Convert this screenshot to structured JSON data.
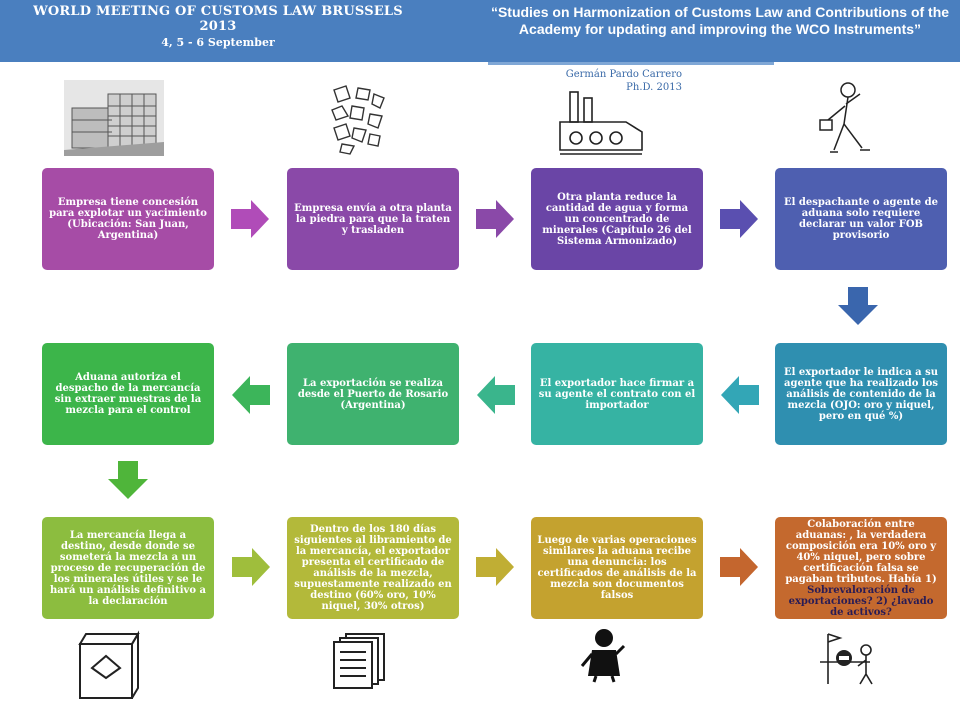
{
  "header": {
    "title": "WORLD MEETING OF CUSTOMS LAW BRUSSELS 2013",
    "dates": "4, 5 - 6  September",
    "subtitle": "“Studies on Harmonization of Customs Law and Contributions of the Academy for updating and improving the WCO Instruments”"
  },
  "author": {
    "name": "Germán Pardo Carrero",
    "degree": "Ph.D. 2013"
  },
  "row1": {
    "box1": "Empresa tiene concesión para explotar un yacimiento (Ubicación: San Juan, Argentina)",
    "box2": "Empresa envía a otra planta la piedra para que la traten y trasladen",
    "box3": "Otra planta reduce la cantidad de agua y forma un concentrado de minerales (Capítulo 26 del Sistema Armonizado)",
    "box4": "El despachante o agente de aduana solo requiere declarar un valor FOB provisorio"
  },
  "row2": {
    "box1": "Aduana autoriza el despacho de la mercancía sin extraer muestras de la mezcla para el control",
    "box2": "La exportación se realiza desde el Puerto de Rosario (Argentina)",
    "box3": "El exportador hace firmar a su agente el contrato con el importador",
    "box4": "El exportador le indica a su agente que ha realizado los análisis de contenido de la mezcla (OJO: oro y niquel, pero en qué %)"
  },
  "row3": {
    "box1": "La mercancía llega a destino, desde donde se someterá la mezcla a un proceso de recuperación de los minerales útiles y se le hará un análisis definitivo a la declaración",
    "box2": "Dentro de los 180 días siguientes al libramiento de la mercancía, el exportador presenta el certificado de análisis de la mezcla, supuestamente realizado en destino (60% oro, 10% niquel, 30% otros)",
    "box3": "Luego de varias operaciones similares la aduana recibe una denuncia: los certificados de análisis  de la mezcla son documentos falsos",
    "box4_main": "Colaboración entre aduanas: , la verdadera composición era 10% oro y 40% niquel, pero sobre certificación falsa se pagaban tributos. Había 1)",
    "box4_highlight": "Sobrevaloración de exportaciones? 2) ¿lavado de activos?"
  },
  "colors": {
    "header": "#4a7fbf",
    "row1_box1": "#a64ca6",
    "row1_box2": "#8a49a8",
    "row1_box3": "#6a45a6",
    "row1_box4": "#4e5fb0",
    "row2_box4": "#2f8fb0",
    "row2_box3": "#36b3a3",
    "row2_box2": "#3fb26f",
    "row2_box1": "#3cb54a",
    "row3_box1": "#8cbd3f",
    "row3_box2": "#b3b93a",
    "row3_box3": "#c4a22f",
    "row3_box4": "#c4692e"
  }
}
